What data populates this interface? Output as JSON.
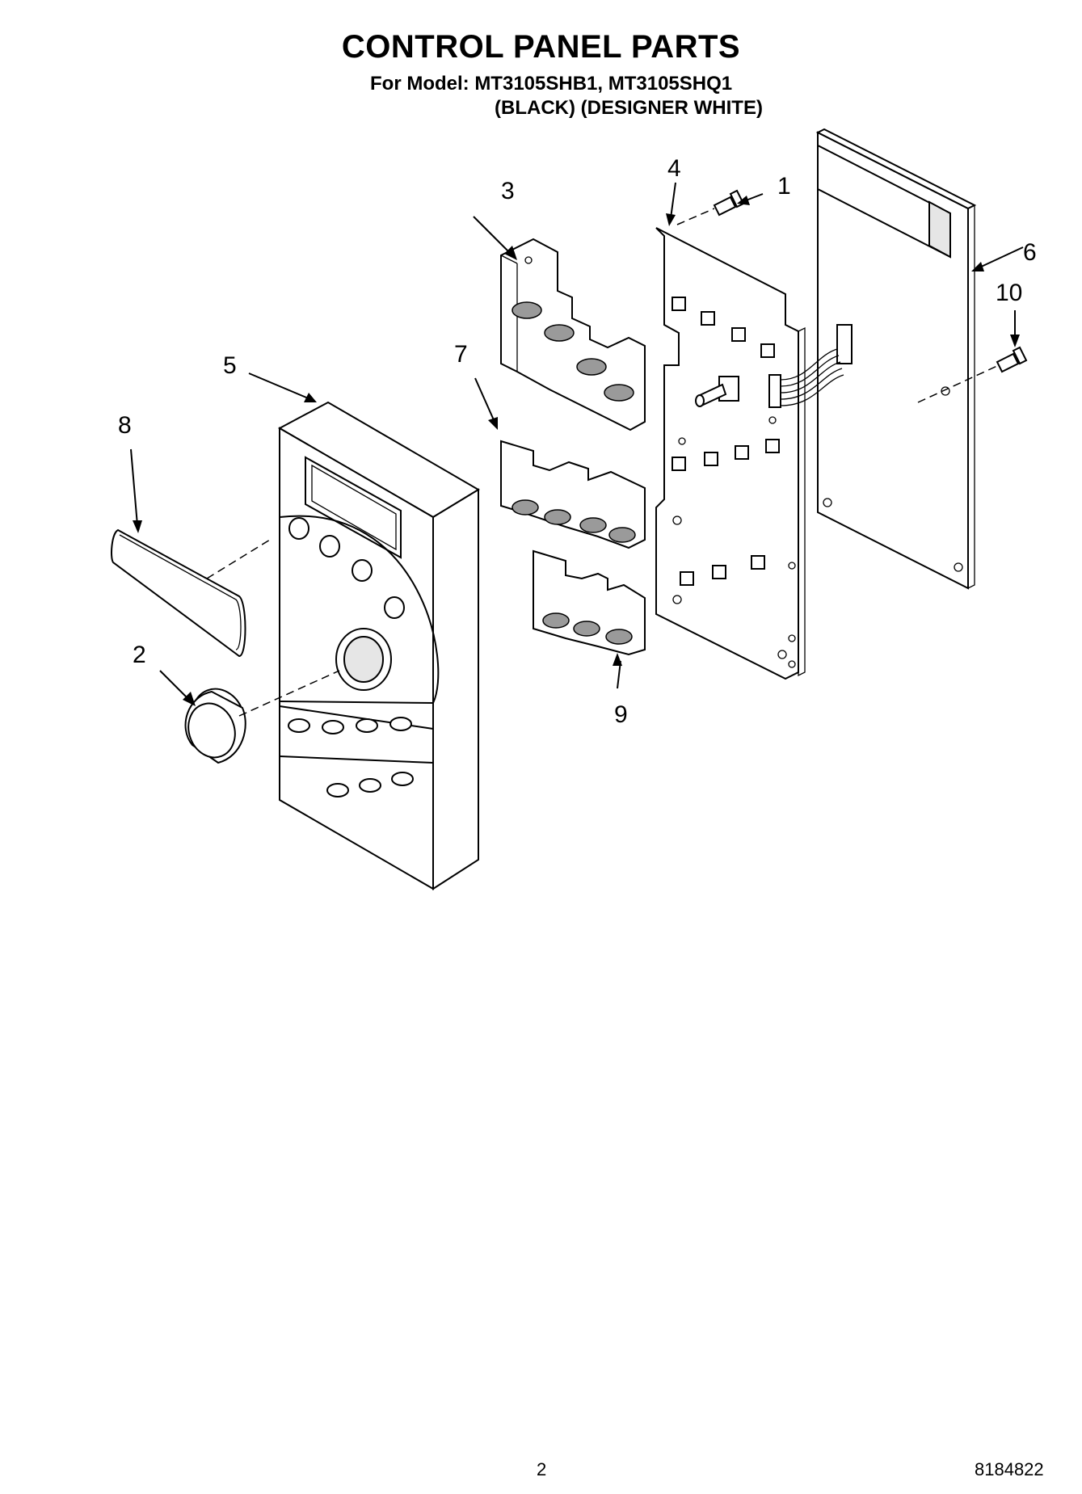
{
  "header": {
    "title": "CONTROL PANEL PARTS",
    "model_line": "For Model: MT3105SHB1, MT3105SHQ1",
    "color_line": "(BLACK) (DESIGNER WHITE)"
  },
  "footer": {
    "page_number": "2",
    "document_number": "8184822"
  },
  "callouts": {
    "c1": "1",
    "c2": "2",
    "c3": "3",
    "c4": "4",
    "c5": "5",
    "c6": "6",
    "c7": "7",
    "c8": "8",
    "c9": "9",
    "c10": "10"
  }
}
